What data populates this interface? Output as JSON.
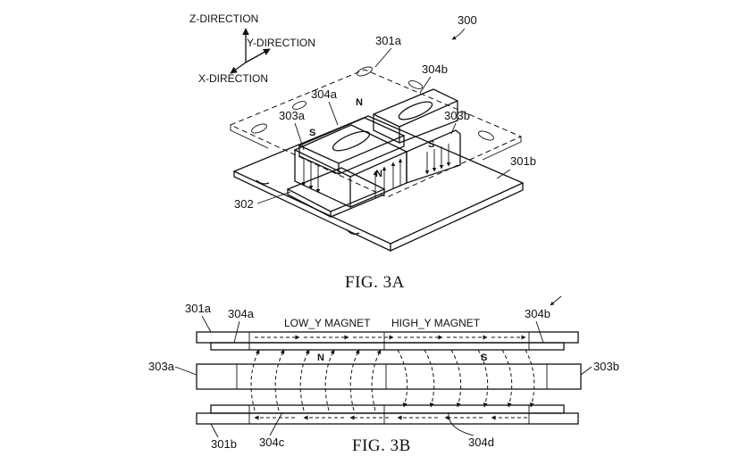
{
  "fig3a": {
    "title": "FIG. 3A",
    "ref_assembly": "300",
    "axes": {
      "z": "Z-DIRECTION",
      "y": "Y-DIRECTION",
      "x": "X-DIRECTION"
    },
    "labels": {
      "plate_top": "301a",
      "plate_bottom": "301b",
      "base": "302",
      "magnet_a": "303a",
      "magnet_b": "303b",
      "coil_a": "304a",
      "coil_b": "304b"
    },
    "poles": {
      "top_n": "N",
      "left_s": "S",
      "right_s": "S",
      "front_n": "N"
    }
  },
  "fig3b": {
    "title": "FIG. 3B",
    "labels": {
      "plate_top": "301a",
      "plate_bottom": "301b",
      "magnet_a": "303a",
      "magnet_b": "303b",
      "coil_a": "304a",
      "coil_b": "304b",
      "coil_c": "304c",
      "coil_d": "304d"
    },
    "magnet_low": "LOW_Y MAGNET",
    "magnet_high": "HIGH_Y MAGNET",
    "poles": {
      "left": "N",
      "right": "S"
    }
  }
}
